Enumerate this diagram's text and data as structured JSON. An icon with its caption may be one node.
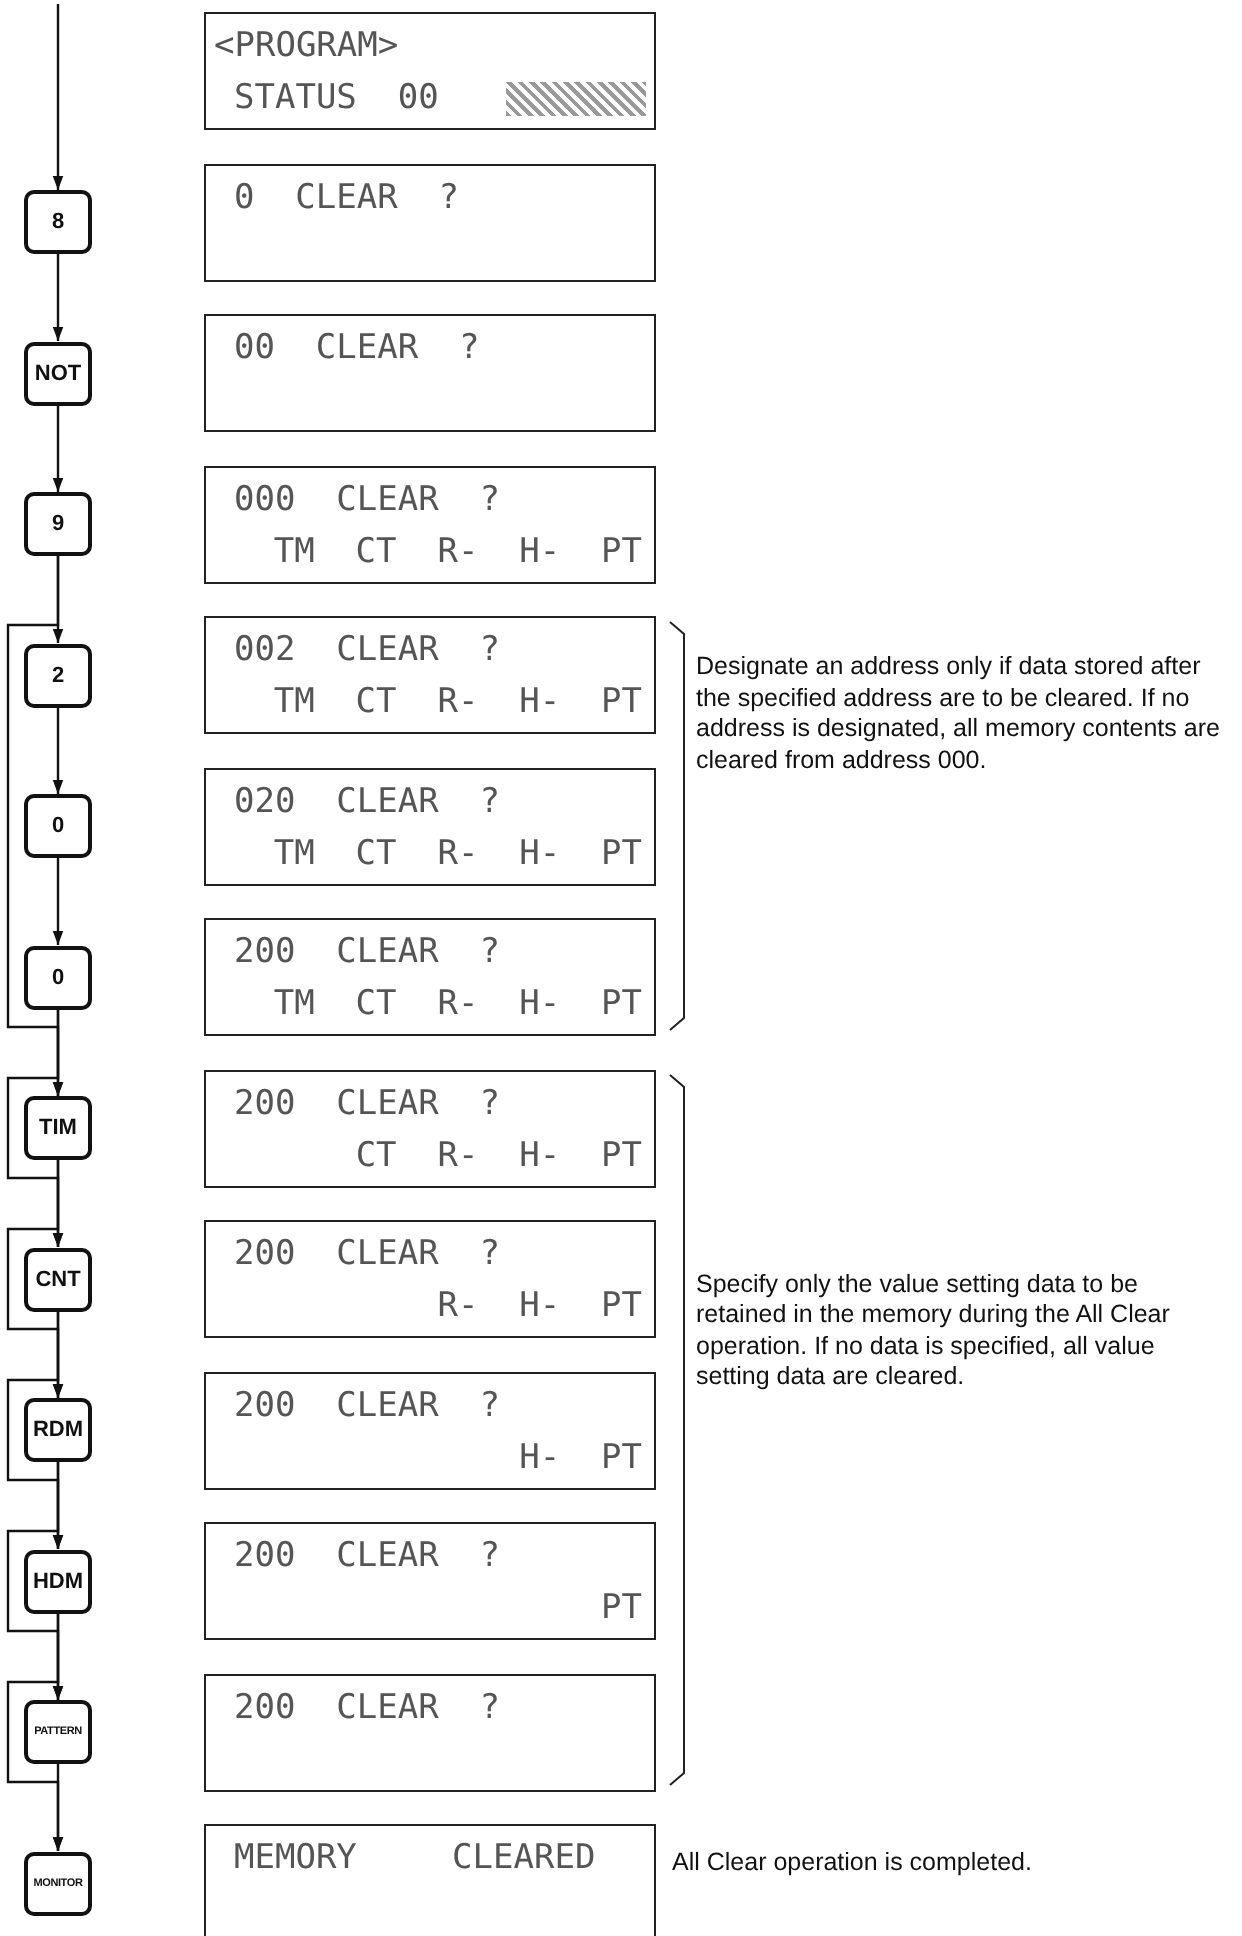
{
  "diagram": {
    "nodes": [
      {
        "text": [
          "<PROGRAM>",
          "STATUS 00"
        ]
      },
      {
        "text": [
          "8"
        ]
      },
      {
        "text": [
          "0 CLEAR ?"
        ]
      },
      {
        "text": [
          "NOT"
        ]
      },
      {
        "text": [
          "00 CLEAR ?"
        ]
      },
      {
        "text": [
          "9"
        ]
      },
      {
        "text": [
          "000 CLEAR ?",
          "TM CT R- H- PT"
        ]
      },
      {
        "text": [
          "2"
        ]
      },
      {
        "text": [
          "002 CLEAR ?",
          "TM CT R- H- PT"
        ]
      },
      {
        "text": [
          "0"
        ]
      },
      {
        "text": [
          "020 CLEAR ?",
          "TM CT R- H- PT"
        ]
      },
      {
        "text": [
          "0"
        ]
      },
      {
        "text": [
          "200 CLEAR ?",
          "TM CT R- H- PT"
        ]
      },
      {
        "text": [
          "TIM"
        ]
      },
      {
        "text": [
          "200 CLEAR ?",
          "CT R- H- PT"
        ]
      },
      {
        "text": [
          "CNT"
        ]
      },
      {
        "text": [
          "200 CLEAR ?",
          "R- H- PT"
        ]
      },
      {
        "text": [
          "RDM"
        ]
      },
      {
        "text": [
          "200 CLEAR ?",
          "H- PT"
        ]
      },
      {
        "text": [
          "HDM"
        ]
      },
      {
        "text": [
          "200 CLEAR ?",
          "PT"
        ]
      },
      {
        "text": [
          "PATTERN"
        ]
      },
      {
        "text": [
          "200 CLEAR ?"
        ]
      },
      {
        "text": [
          "MONITOR"
        ]
      },
      {
        "text": [
          "MEMORY CLEARED"
        ],
        "beside": [
          "All Clear operation is completed."
        ]
      }
    ],
    "edges": [
      {
        "from": null,
        "to": 1,
        "arrow": "to"
      },
      {
        "from": 1,
        "to": 3,
        "arrow": "to"
      },
      {
        "from": 3,
        "to": 5,
        "arrow": "to"
      },
      {
        "from": 5,
        "to": 7,
        "arrow": "to"
      },
      {
        "from": 7,
        "to": 9,
        "arrow": "to"
      },
      {
        "from": 9,
        "to": 11,
        "arrow": "to"
      },
      {
        "from": 11,
        "to": 13,
        "arrow": "to"
      },
      {
        "from": 5,
        "to": 13,
        "arrow": "to"
      },
      {
        "from": 13,
        "to": 15,
        "arrow": "to"
      },
      {
        "from": 11,
        "to": 15,
        "arrow": "to"
      },
      {
        "from": 15,
        "to": 17,
        "arrow": "to"
      },
      {
        "from": 13,
        "to": 17,
        "arrow": "to"
      },
      {
        "from": 17,
        "to": 19,
        "arrow": "to"
      },
      {
        "from": 15,
        "to": 19,
        "arrow": "to"
      },
      {
        "from": 19,
        "to": 21,
        "arrow": "to"
      },
      {
        "from": 17,
        "to": 21,
        "arrow": "to"
      },
      {
        "from": 21,
        "to": 23,
        "arrow": "to"
      },
      {
        "from": 19,
        "to": 23,
        "arrow": "to"
      }
    ],
    "labels": [
      "Designate an address only if data stored after the specified address are to be cleared. If no address is designated, all memory contents are cleared from address 000.",
      "Specify only the value setting data to be retained in the memory during the All Clear operation. If no data is specified, all value setting data are cleared."
    ]
  }
}
